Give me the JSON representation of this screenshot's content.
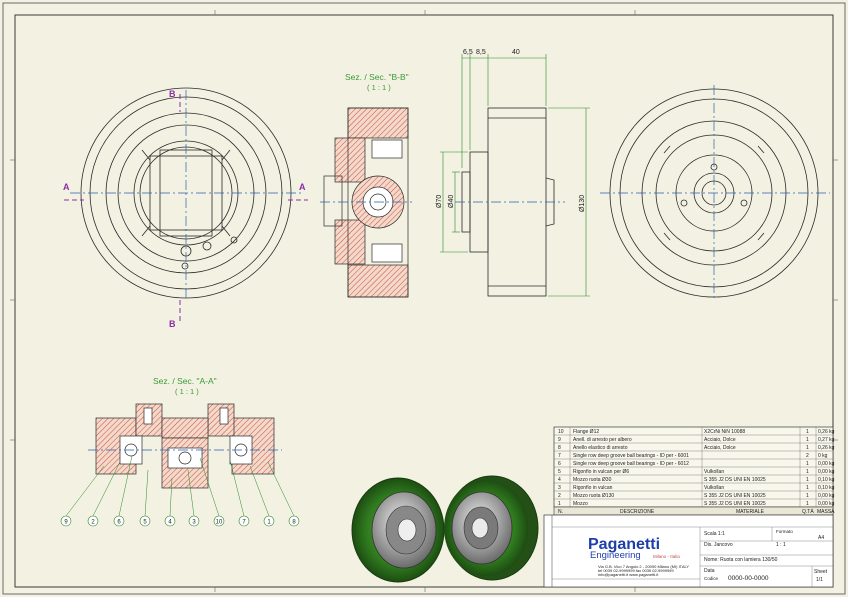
{
  "sections": {
    "bb_title": "Sez. / Sec. \"B-B\"",
    "bb_scale": "( 1 : 1 )",
    "aa_title": "Sez. / Sec. \"A-A\"",
    "aa_scale": "( 1 : 1 )",
    "cut_a": "A",
    "cut_b": "B"
  },
  "dimensions": {
    "top_a": "6,5",
    "top_b": "8,5",
    "top_c": "40",
    "dia_70": "Ø70",
    "dia_40": "Ø40",
    "dia_130": "Ø130"
  },
  "balloons": [
    "9",
    "2",
    "6",
    "5",
    "4",
    "3",
    "10",
    "7",
    "1",
    "8"
  ],
  "bom": {
    "rows": [
      {
        "pos": "10",
        "desc": "Flange Ø12",
        "material": "X2CrNi NiN 10088",
        "qty": "1",
        "mass": "0,26 kg"
      },
      {
        "pos": "9",
        "desc": "Anell. di arresto per albero",
        "material": "Acciaio, Dolce",
        "qty": "1",
        "mass": "0,27 kg"
      },
      {
        "pos": "8",
        "desc": "Anello elastico di arresto",
        "material": "Acciaio, Dolce",
        "qty": "1",
        "mass": "0,26 kg"
      },
      {
        "pos": "7",
        "desc": "Single row deep groove ball bearings - ID per - 6001",
        "material": "",
        "qty": "2",
        "mass": "0 kg"
      },
      {
        "pos": "6",
        "desc": "Single row deep groove ball bearings - ID per - 6012",
        "material": "",
        "qty": "1",
        "mass": "0,00 kg"
      },
      {
        "pos": "5",
        "desc": "Rigonfio in vulcan per Ø6",
        "material": "Vulkollan",
        "qty": "1",
        "mass": "0,00 kg"
      },
      {
        "pos": "4",
        "desc": "Mozzo ruota Ø30",
        "material": "S 355 J2 DS UNI EN 10025",
        "qty": "1",
        "mass": "0,10 kg"
      },
      {
        "pos": "3",
        "desc": "Rigonfio in vulcan",
        "material": "Vulkollan",
        "qty": "1",
        "mass": "0,10 kg"
      },
      {
        "pos": "2",
        "desc": "Mozzo ruota Ø130",
        "material": "S 355 J2 DS UNI EN 10025",
        "qty": "1",
        "mass": "0,00 kg"
      },
      {
        "pos": "1",
        "desc": "Mozzo",
        "material": "S 355 J2 DS UNI EN 10025",
        "qty": "1",
        "mass": "0,00 kg"
      }
    ],
    "head_pos": "N.",
    "head_desc": "DESCRIZIONE",
    "head_material": "MATERIALE",
    "head_qty": "Q.TÀ",
    "head_mass": "MASSA"
  },
  "title_block": {
    "company": "Paganetti",
    "company_sub": "Engineering",
    "company_tag": "Milano - Italia",
    "address1": "Via G.B. Vico 7 Angolo 2 - 20090 Milano (MI) ITALY",
    "address2": "tel 0039 02-9999999 fax 0039 02-9999999",
    "address3": "info@paganetti.it  www.paganetti.it",
    "scale_label": "Scala 1:1",
    "drawn_label": "Dis. Jancovo",
    "name_label": "Nome: Ruota con lamiera 130/50",
    "date_label": "Data",
    "drawing_label": "Codice",
    "drawing_no": "0000-00-0000",
    "sheet_label": "Sheet",
    "sheet_value": "1/1",
    "format_label": "Formato",
    "format_value": "A4",
    "scale_value": "1 : 1"
  },
  "colors": {
    "paper": "#f3f1e2",
    "line": "#2a2a2a",
    "hatch": "#c0504d",
    "center": "#2b5fb0",
    "dimension": "#2a8a2a",
    "section": "#8a2ea8",
    "brand": "#1f3fa8",
    "wheel_green": "#2f7a1e"
  }
}
